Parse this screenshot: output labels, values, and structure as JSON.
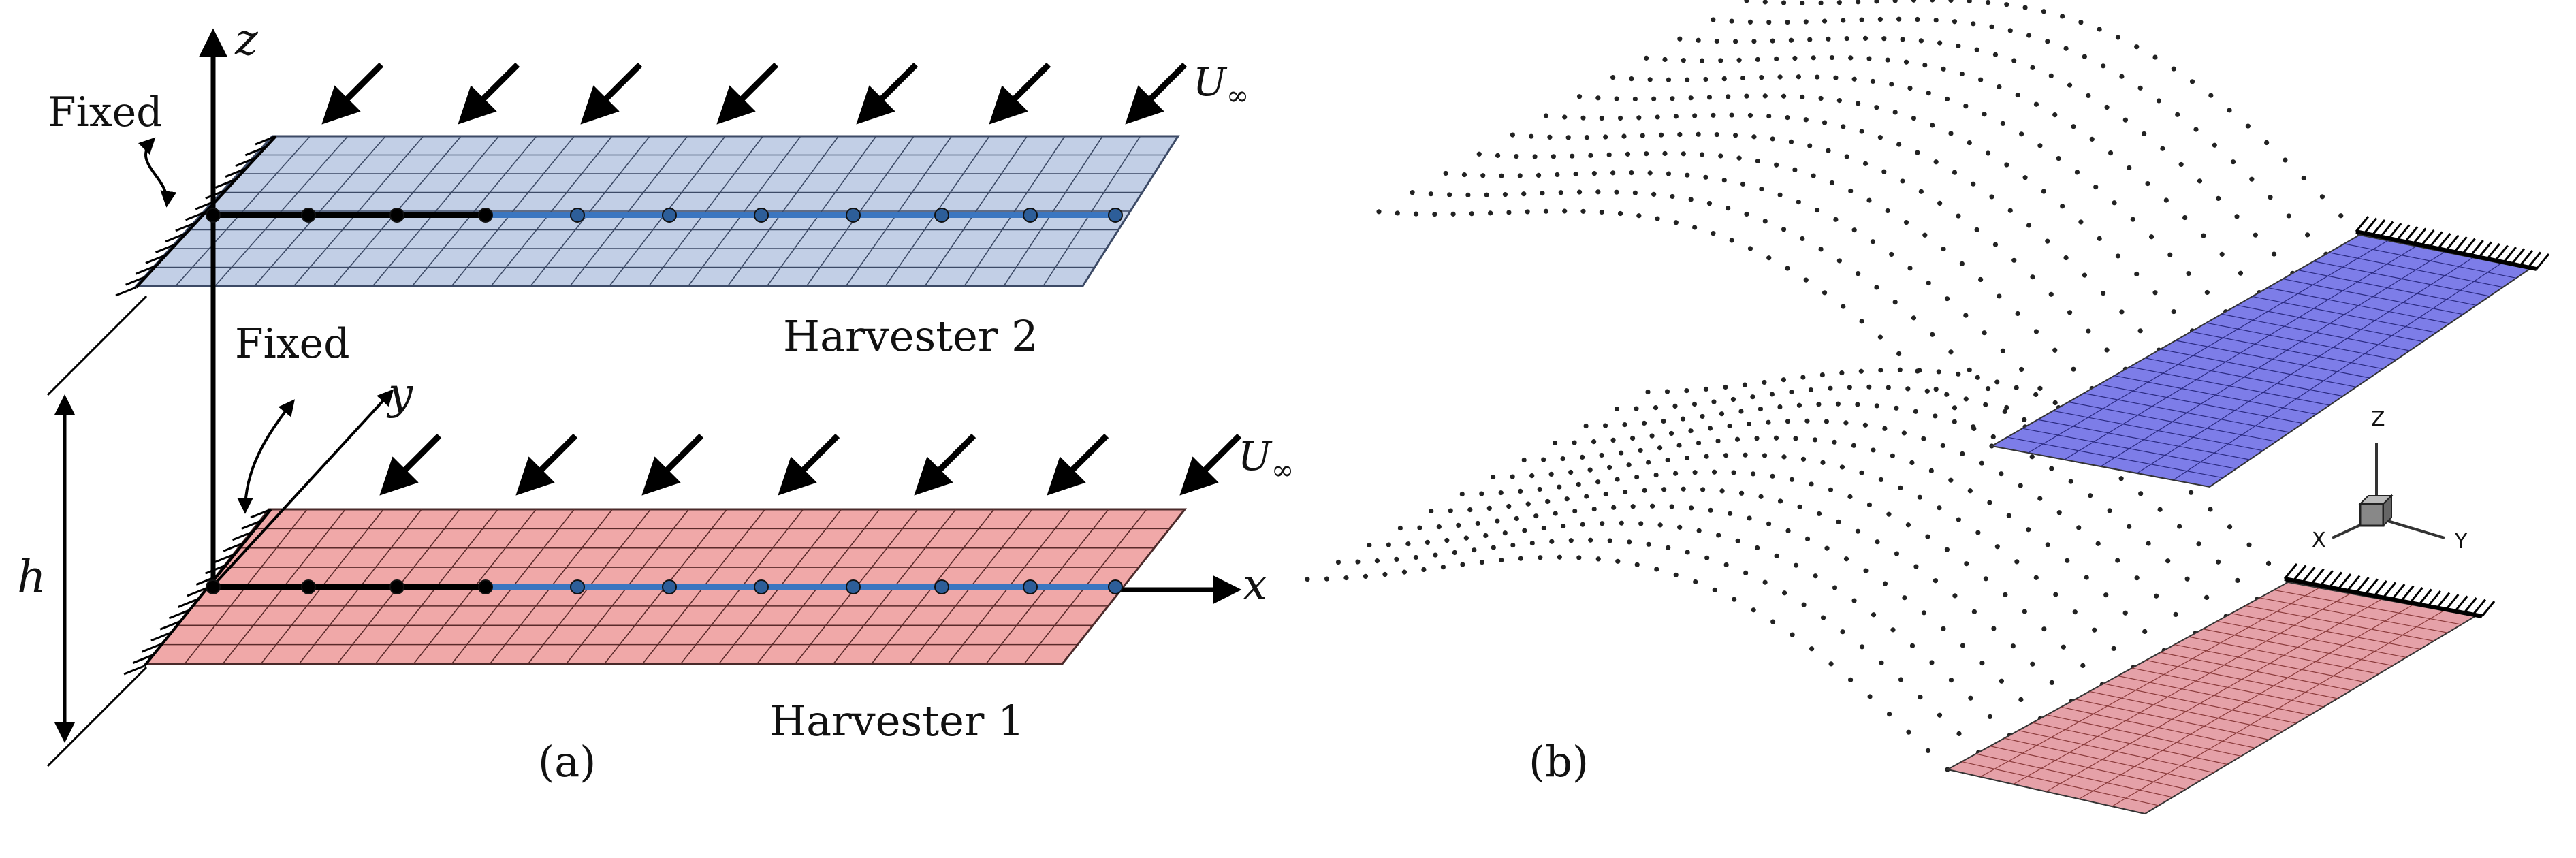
{
  "panel_a": {
    "caption": "(a)",
    "fixed_top_label": "Fixed",
    "fixed_bottom_label": "Fixed",
    "harvester_top_label": "Harvester 2",
    "harvester_bottom_label": "Harvester 1",
    "axis_z": "z",
    "axis_y": "y",
    "axis_x": "x",
    "gap_label": "h",
    "flow_label": "U",
    "flow_subscript": "∞",
    "colors": {
      "harvester_top_fill": "#c2cfe6",
      "harvester_bottom_fill": "#f0a8a8",
      "grid_line": "#3c4a66",
      "beam_rigid": "#000000",
      "beam_piezo": "#3b76c0"
    }
  },
  "panel_b": {
    "caption": "(b)",
    "triad_x": "X",
    "triad_y": "Y",
    "triad_z": "Z",
    "colors": {
      "top_panel_fill": "#7d7de8",
      "bottom_panel_fill": "#e5a1a8",
      "wake_dot": "#222222"
    }
  }
}
